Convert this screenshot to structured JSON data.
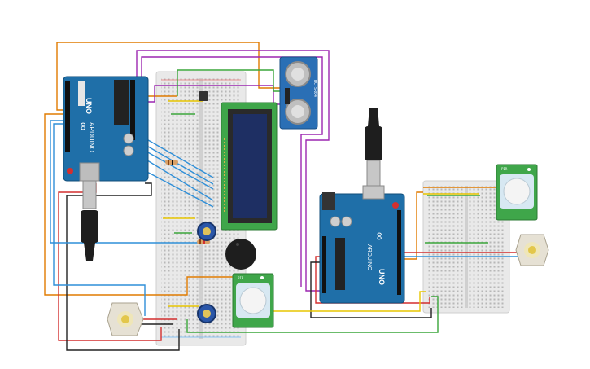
{
  "arduino_left": {
    "brand": "ARDUINO",
    "model": "UNO",
    "edition": "∞",
    "logo": "infinity-logo",
    "board_color": "#1f6fa8"
  },
  "arduino_right": {
    "brand": "ARDUINO",
    "model": "UNO",
    "edition": "∞",
    "logo": "infinity-logo",
    "board_color": "#1f6fa8"
  },
  "ultrasonic": {
    "label": "HC-SR04"
  },
  "pir_a": {
    "label": "PIR"
  },
  "pir_b": {
    "label": "PIR"
  },
  "lcd": {
    "screen_color": "#1e2f63",
    "pcb_color": "#3fa64a"
  },
  "wire_colors": {
    "orange": "#e07b00",
    "purple": "#9c27b0",
    "red": "#d32f2f",
    "black": "#222222",
    "green": "#3aa63a",
    "blue": "#2f8fd8",
    "yellow": "#e7c600"
  }
}
